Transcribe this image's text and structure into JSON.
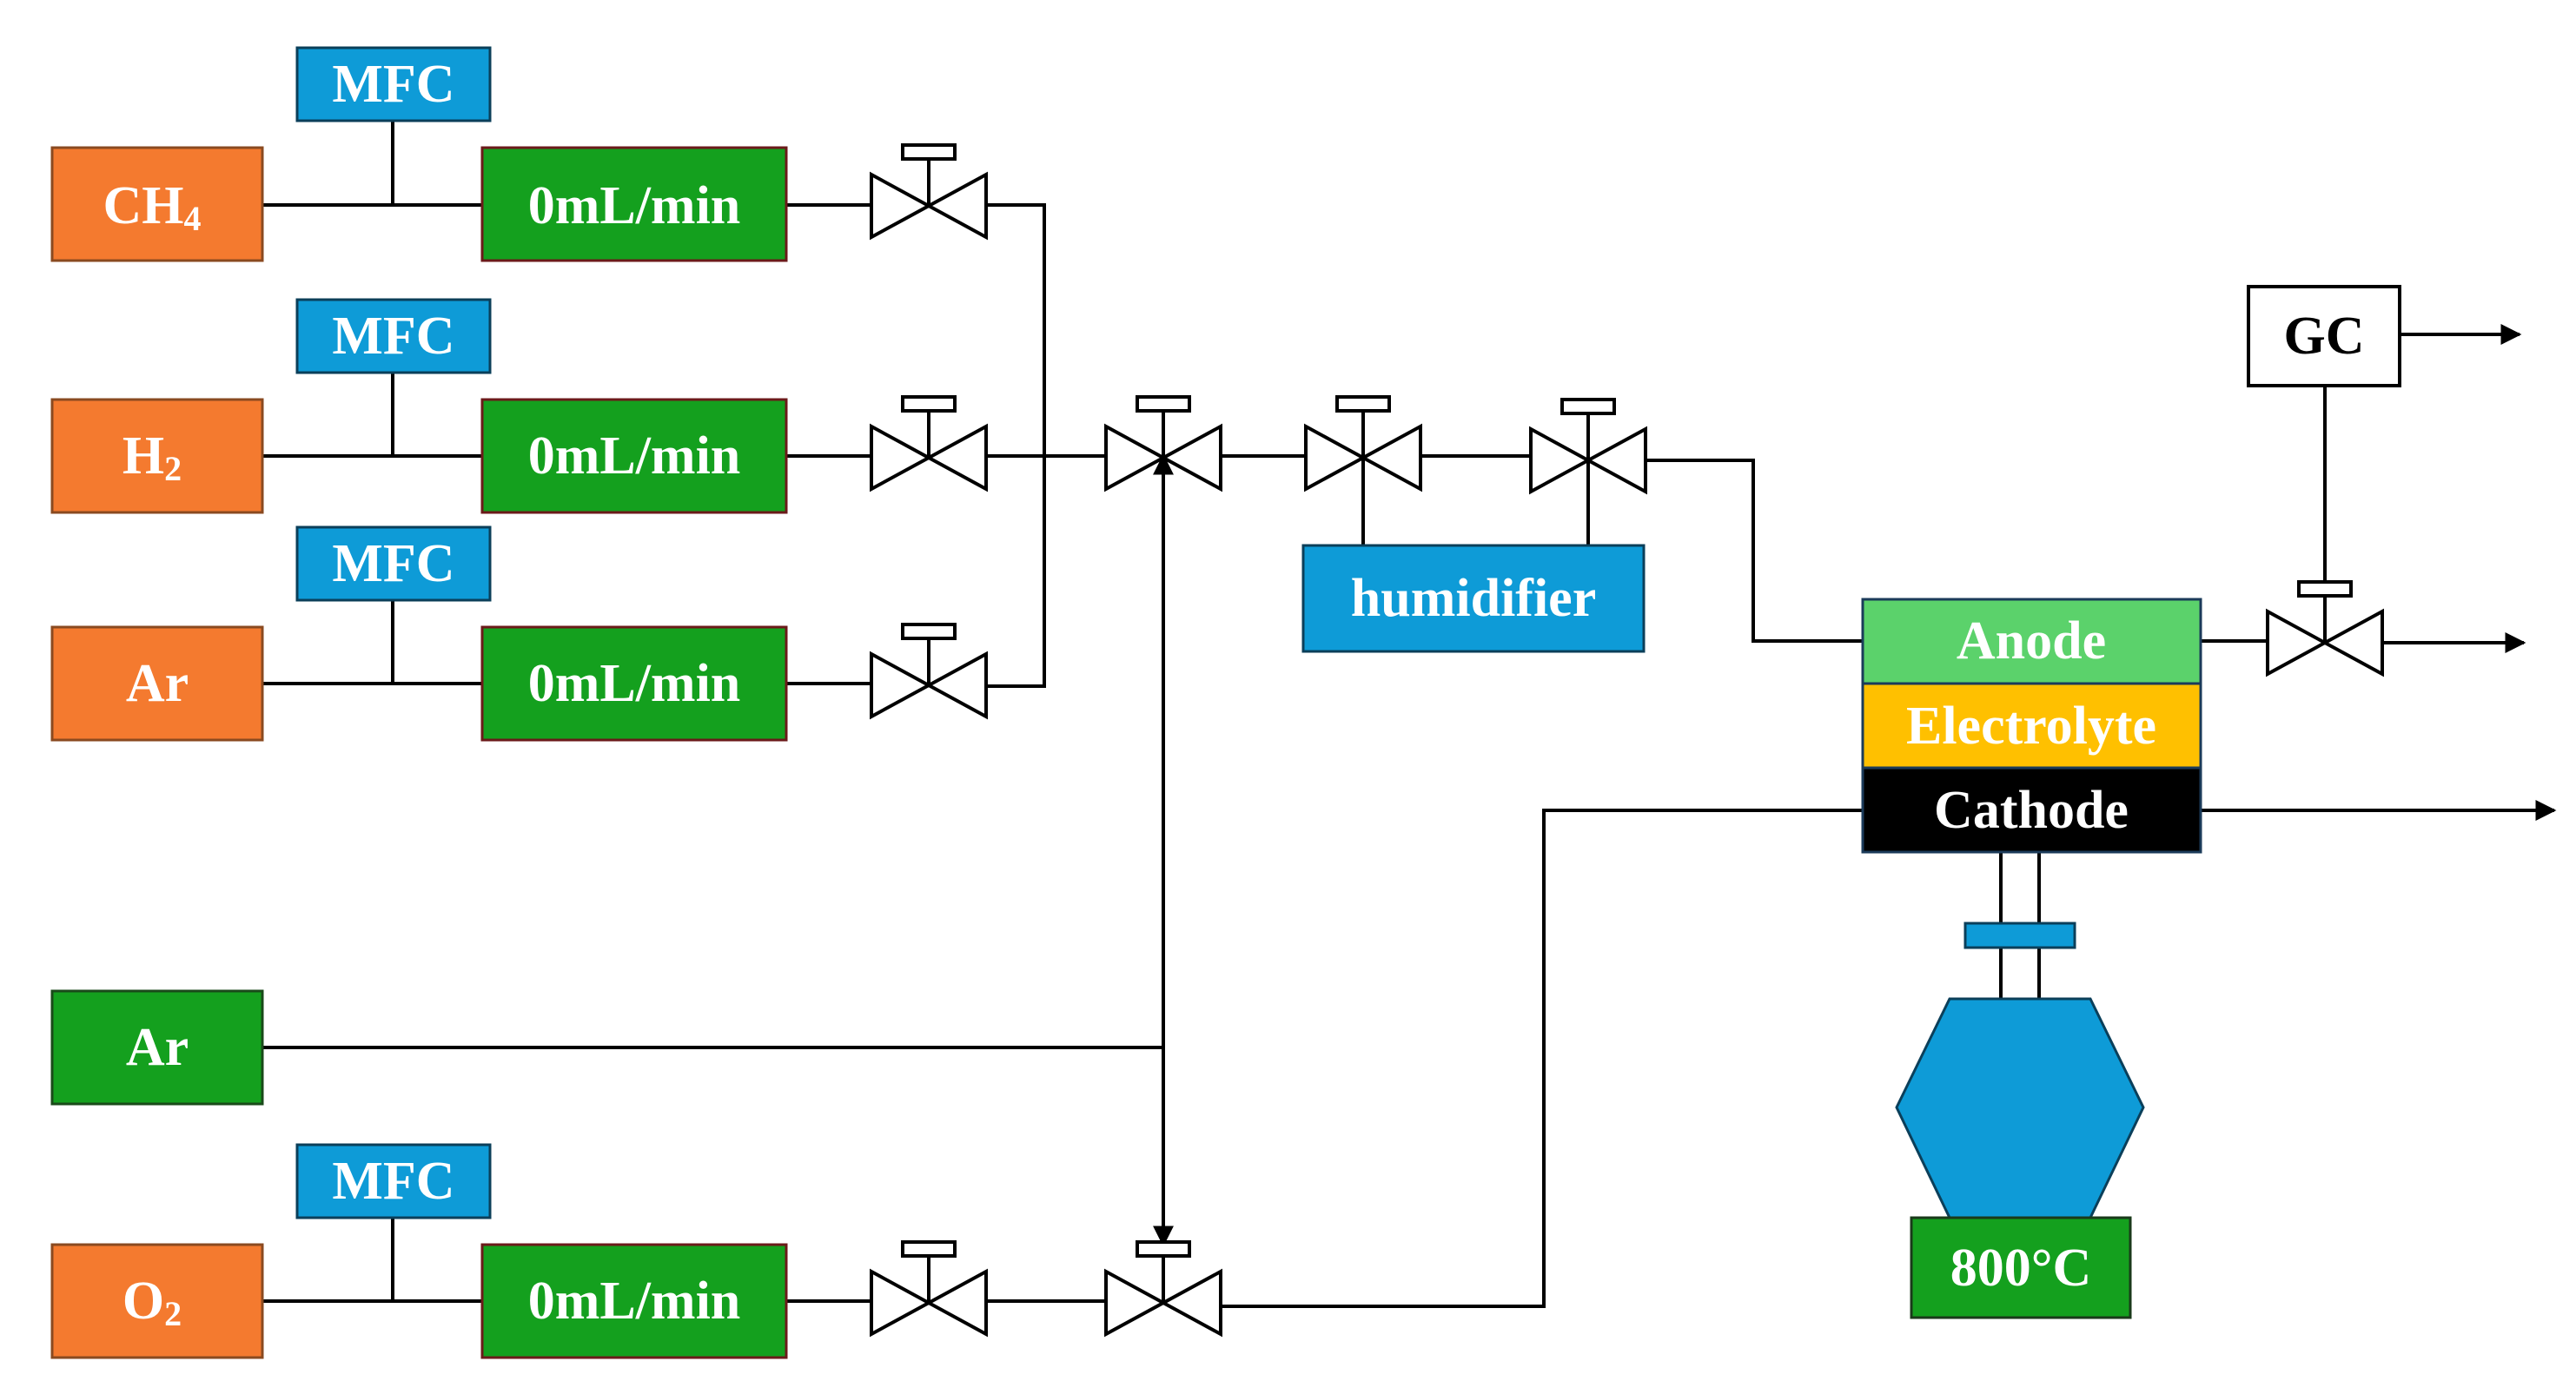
{
  "sources": {
    "ch4": {
      "base": "CH",
      "sub": "4"
    },
    "h2": {
      "base": "H",
      "sub": "2"
    },
    "ar1": {
      "label": "Ar"
    },
    "ar2": {
      "label": "Ar"
    },
    "o2": {
      "base": "O",
      "sub": "2"
    }
  },
  "mfc_label": "MFC",
  "flow_rates": [
    "0mL/min",
    "0mL/min",
    "0mL/min",
    "0mL/min"
  ],
  "humidifier": "humidifier",
  "gc": "GC",
  "cell": {
    "anode": "Anode",
    "electrolyte": "Electrolyte",
    "cathode": "Cathode"
  },
  "furnace_temp": "800°C",
  "colors": {
    "source_orange": "#F47A2F",
    "flow_green": "#14A01E",
    "mfc_blue": "#0E9BD7",
    "anode_green": "#5BD26B",
    "electrolyte_yellow": "#FFC000",
    "cathode_black": "#000000"
  }
}
